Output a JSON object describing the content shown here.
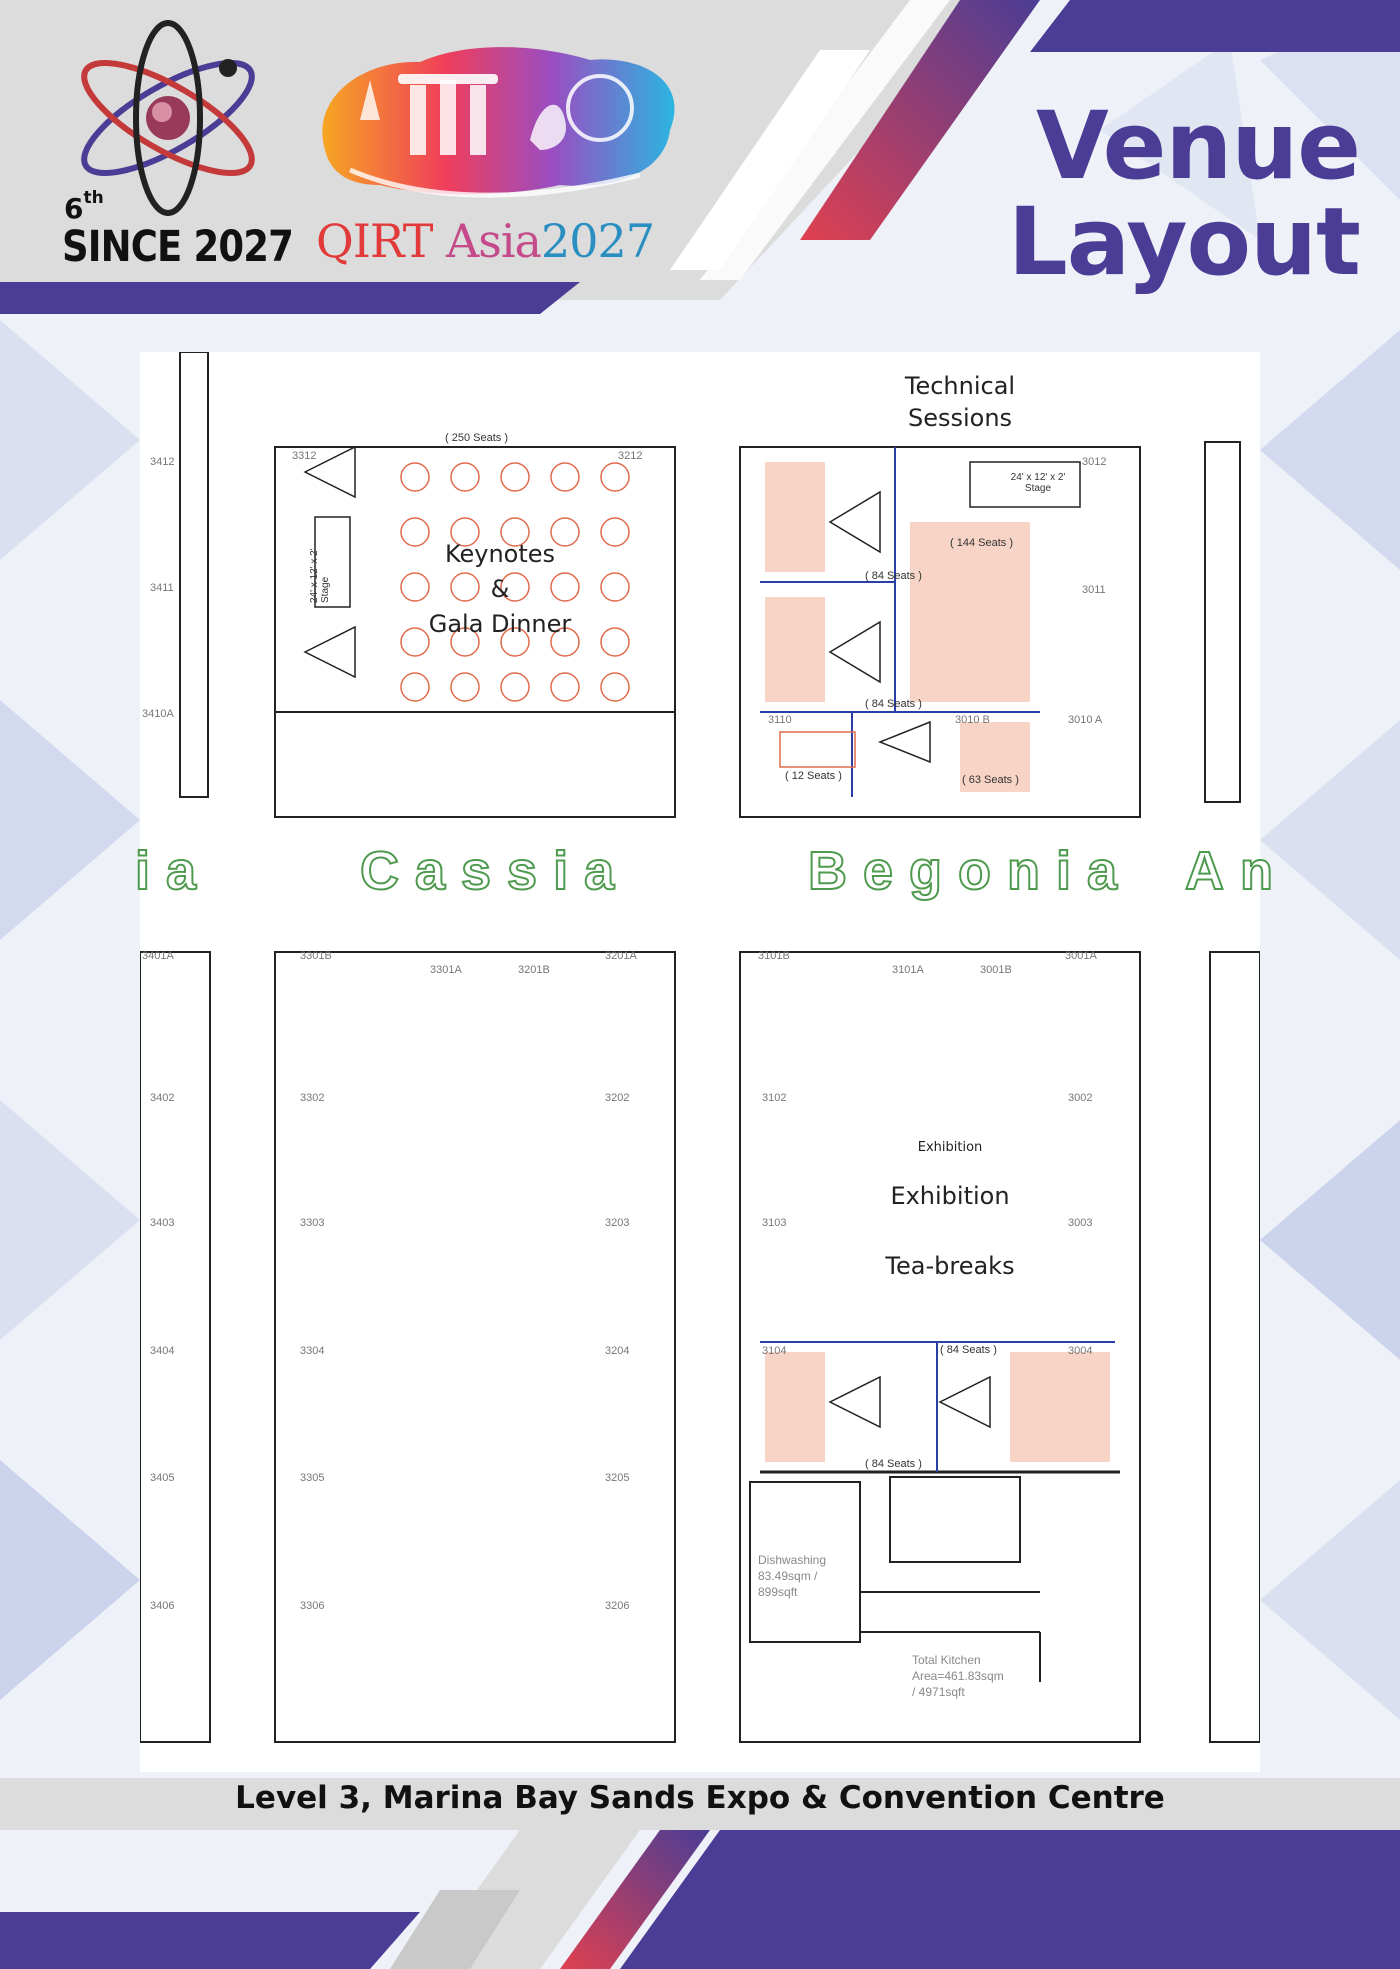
{
  "header": {
    "title_line1": "Venue",
    "title_line2": "Layout",
    "edition": "6",
    "edition_suffix": "th",
    "since": "SINCE 2027",
    "event_part1": "QIRT",
    "event_part2": "Asia",
    "event_part3": "2027"
  },
  "colors": {
    "purple": "#4b3d95",
    "red": "#d23a4a",
    "hall_green": "#4e9a4e"
  },
  "plan": {
    "technical_sessions": [
      "Technical",
      "Sessions"
    ],
    "keynotes": [
      "Keynotes",
      "&",
      "Gala Dinner"
    ],
    "exhibition_small": "Exhibition",
    "exhibition": "Exhibition",
    "tea_breaks": "Tea-breaks",
    "halls": {
      "left_partial": "ia",
      "cassia": "Cassia",
      "begonia": "Begonia",
      "right_partial": "An"
    },
    "seats": {
      "s250": "( 250 Seats )",
      "s144": "( 144 Seats )",
      "s84_a": "( 84 Seats )",
      "s84_b": "( 84 Seats )",
      "s84_c": "( 84 Seats )",
      "s84_d": "( 84 Seats )",
      "s12": "( 12 Seats )",
      "s63": "( 63 Seats )"
    },
    "stage_top": "24' x 12' x 2'",
    "stage_top_label": "Stage",
    "stage_left": "24' x 12' x 2' Stage",
    "rooms_top": [
      "3312",
      "3212",
      "3411",
      "3412",
      "3410A",
      "3110",
      "3010 B",
      "3010 A",
      "3012",
      "3011"
    ],
    "rooms_bottom": [
      "3401A",
      "3301B",
      "3301A",
      "3201B",
      "3201A",
      "3101B",
      "3101A",
      "3001B",
      "3001A",
      "3402",
      "3302",
      "3202",
      "3102",
      "3002",
      "3403",
      "3303",
      "3203",
      "3103",
      "3003",
      "3404",
      "3304",
      "3204",
      "3104",
      "3004",
      "3405",
      "3305",
      "3205",
      "3406",
      "3306",
      "3206"
    ],
    "dishwashing": [
      "Dishwashing",
      "83.49sqm /",
      "899sqft"
    ],
    "kitchen": [
      "Total Kitchen",
      "Area=461.83sqm",
      "/ 4971sqft"
    ]
  },
  "footer": "Level 3, Marina Bay Sands Expo & Convention Centre"
}
